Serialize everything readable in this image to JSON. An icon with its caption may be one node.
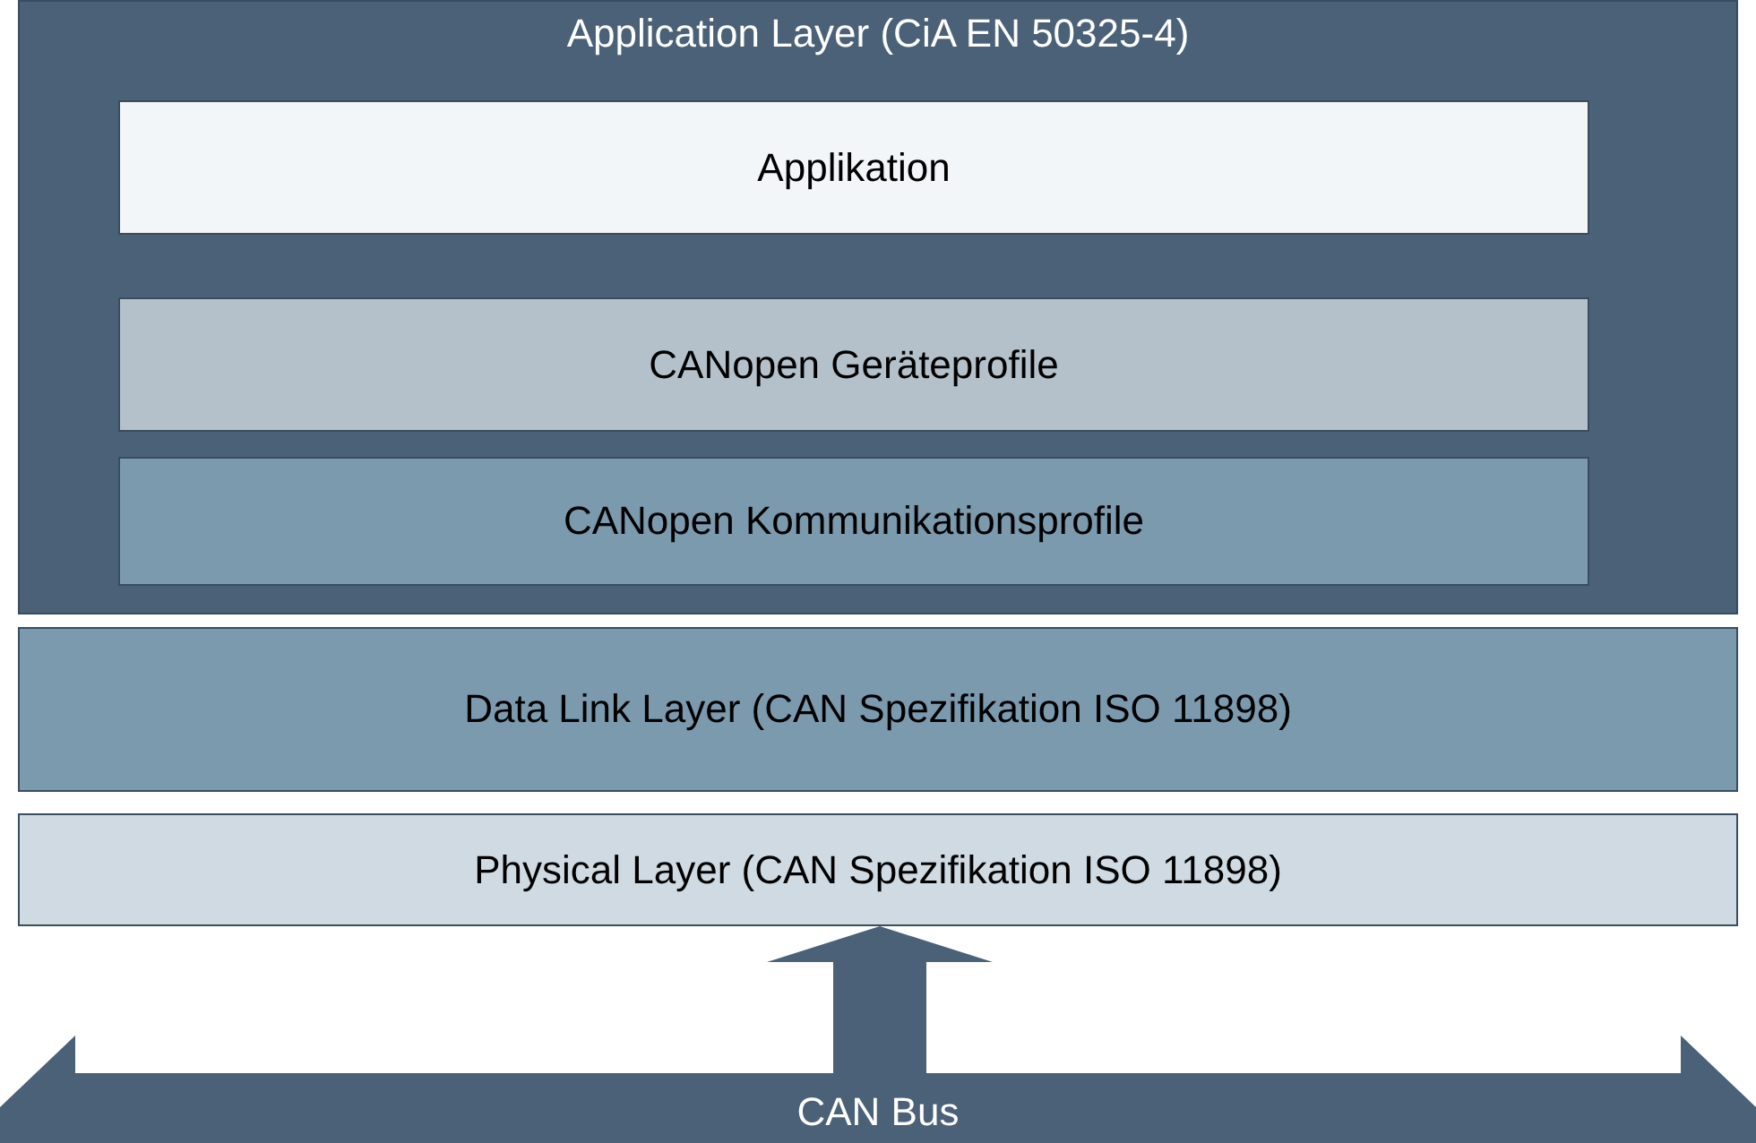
{
  "diagram": {
    "nodes": [
      {
        "text": [
          "Application Layer (CiA EN 50325-4)"
        ]
      },
      {
        "text": [
          "Applikation"
        ],
        "in": 0
      },
      {
        "text": [
          "CANopen Geräteprofile"
        ],
        "in": 0
      },
      {
        "text": [
          "CANopen Kommunikationsprofile"
        ],
        "in": 0
      },
      {
        "text": [
          "Data Link Layer (CAN Spezifikation ISO 11898)"
        ]
      },
      {
        "text": [
          "Physical Layer (CAN Spezifikation ISO 11898)"
        ]
      },
      {
        "text": [
          "CAN Bus"
        ]
      }
    ],
    "edges": [
      {
        "from": 6,
        "to": 5,
        "arrow": "to",
        "style": "thick"
      }
    ]
  }
}
